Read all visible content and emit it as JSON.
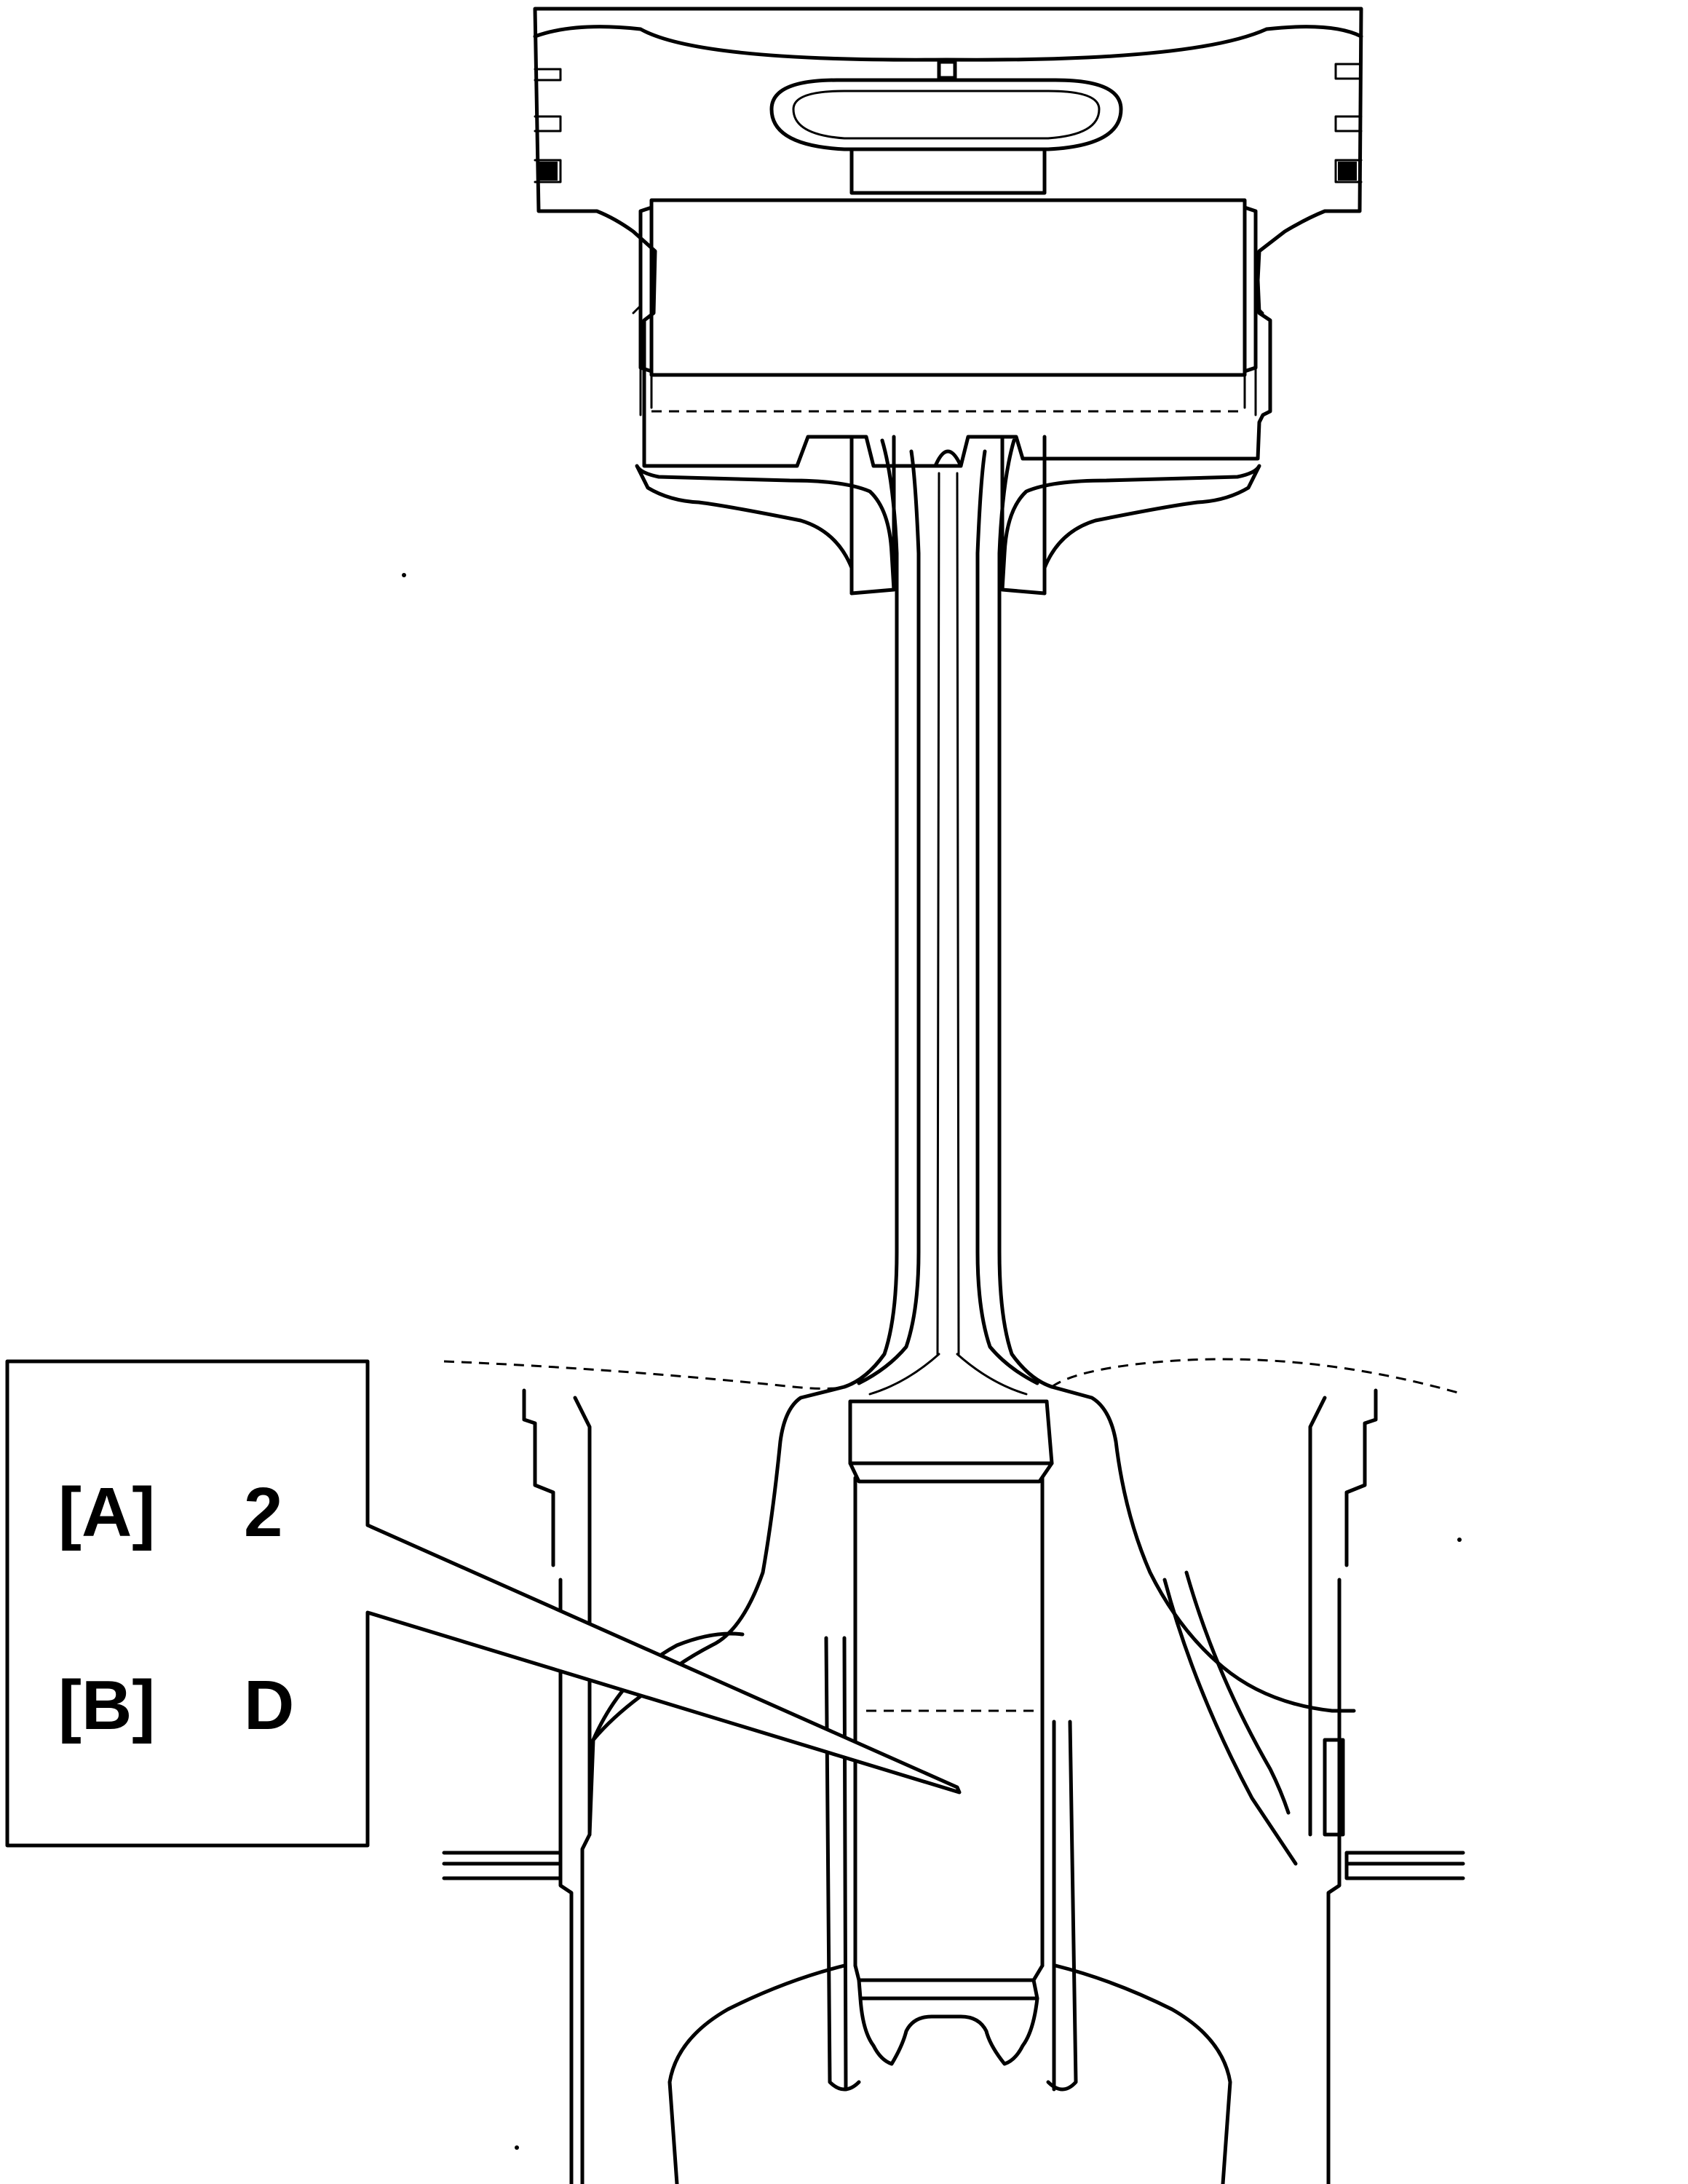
{
  "callout": {
    "rows": [
      {
        "key": "[A]",
        "value": "2"
      },
      {
        "key": "[B]",
        "value": "D"
      }
    ]
  }
}
